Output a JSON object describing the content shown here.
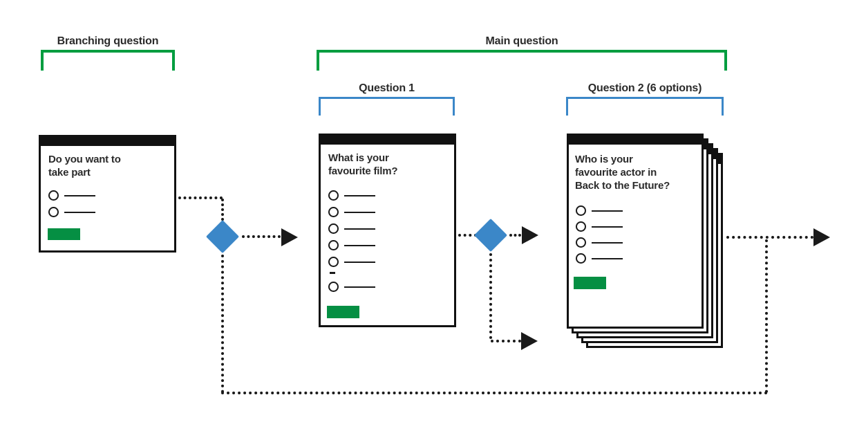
{
  "diagram": {
    "labels": {
      "branching": "Branching question",
      "main": "Main question",
      "q1": "Question 1",
      "q2": "Question 2 (6 options)"
    },
    "cards": {
      "branching": {
        "title": "Do you want to\ntake part",
        "option_count": 2
      },
      "q1": {
        "title": "What is your\nfavourite film?",
        "options_above_gap": 5,
        "options_below_gap": 1
      },
      "q2": {
        "title": "Who is your\nfavourite actor in\nBack to the Future?",
        "option_count": 4,
        "page_count": 5
      }
    },
    "colors": {
      "bracket_green": "#009d3f",
      "bracket_blue": "#3b87c8",
      "diamond_blue": "#3b87c8",
      "button_green": "#058f43",
      "ink": "#1a1a1a",
      "text": "#2b2b2b"
    }
  }
}
